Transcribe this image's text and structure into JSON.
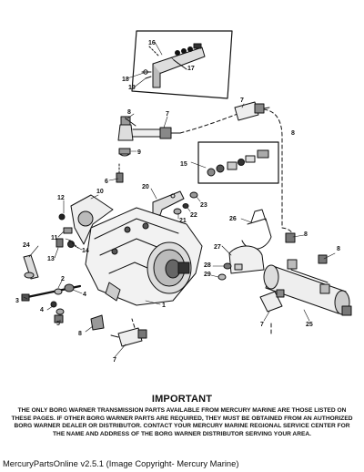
{
  "callouts": {
    "c1": "1",
    "c2": "2",
    "c3": "3",
    "c4a": "4",
    "c4b": "4",
    "c5": "5",
    "c6": "6",
    "c7a": "7",
    "c7b": "7",
    "c7c": "7",
    "c7d": "7",
    "c8a": "8",
    "c8b": "8",
    "c8c": "8",
    "c8d": "8",
    "c8e": "8",
    "c9": "9",
    "c10": "10",
    "c11": "11",
    "c12": "12",
    "c13": "13",
    "c14": "14",
    "c15": "15",
    "c16": "16",
    "c17": "17",
    "c18": "18",
    "c19": "19",
    "c20": "20",
    "c21": "21",
    "c22": "22",
    "c23": "23",
    "c24": "24",
    "c25": "25",
    "c26": "26",
    "c27": "27",
    "c28": "28",
    "c29": "29"
  },
  "notice": {
    "title": "IMPORTANT",
    "body": "THE ONLY BORG WARNER TRANSMISSION PARTS AVAILABLE FROM MERCURY MARINE ARE THOSE LISTED ON THESE PAGES. IF OTHER BORG WARNER PARTS ARE REQUIRED, THEY MUST BE OBTAINED FROM AN AUTHORIZED BORG WARNER DEALER OR DISTRIBUTOR. CONTACT YOUR MERCURY MARINE REGIONAL SERVICE CENTER FOR THE NAME AND ADDRESS OF THE BORG WARNER DISTRIBUTOR SERVING YOUR AREA."
  },
  "footer": "MercuryPartsOnline v2.5.1 (Image Copyright- Mercury Marine)"
}
